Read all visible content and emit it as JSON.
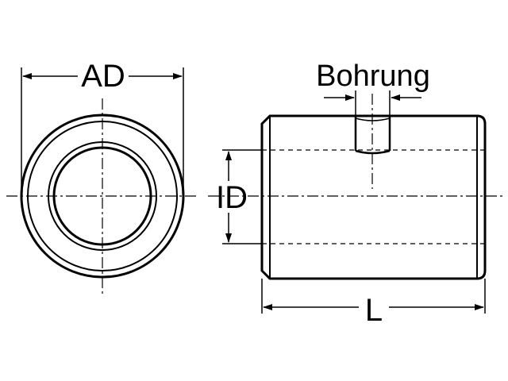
{
  "labels": {
    "outer_diameter": "AD",
    "inner_diameter": "ID",
    "bore": "Bohrung",
    "length": "L"
  },
  "colors": {
    "line": "#000000",
    "background": "#ffffff"
  }
}
